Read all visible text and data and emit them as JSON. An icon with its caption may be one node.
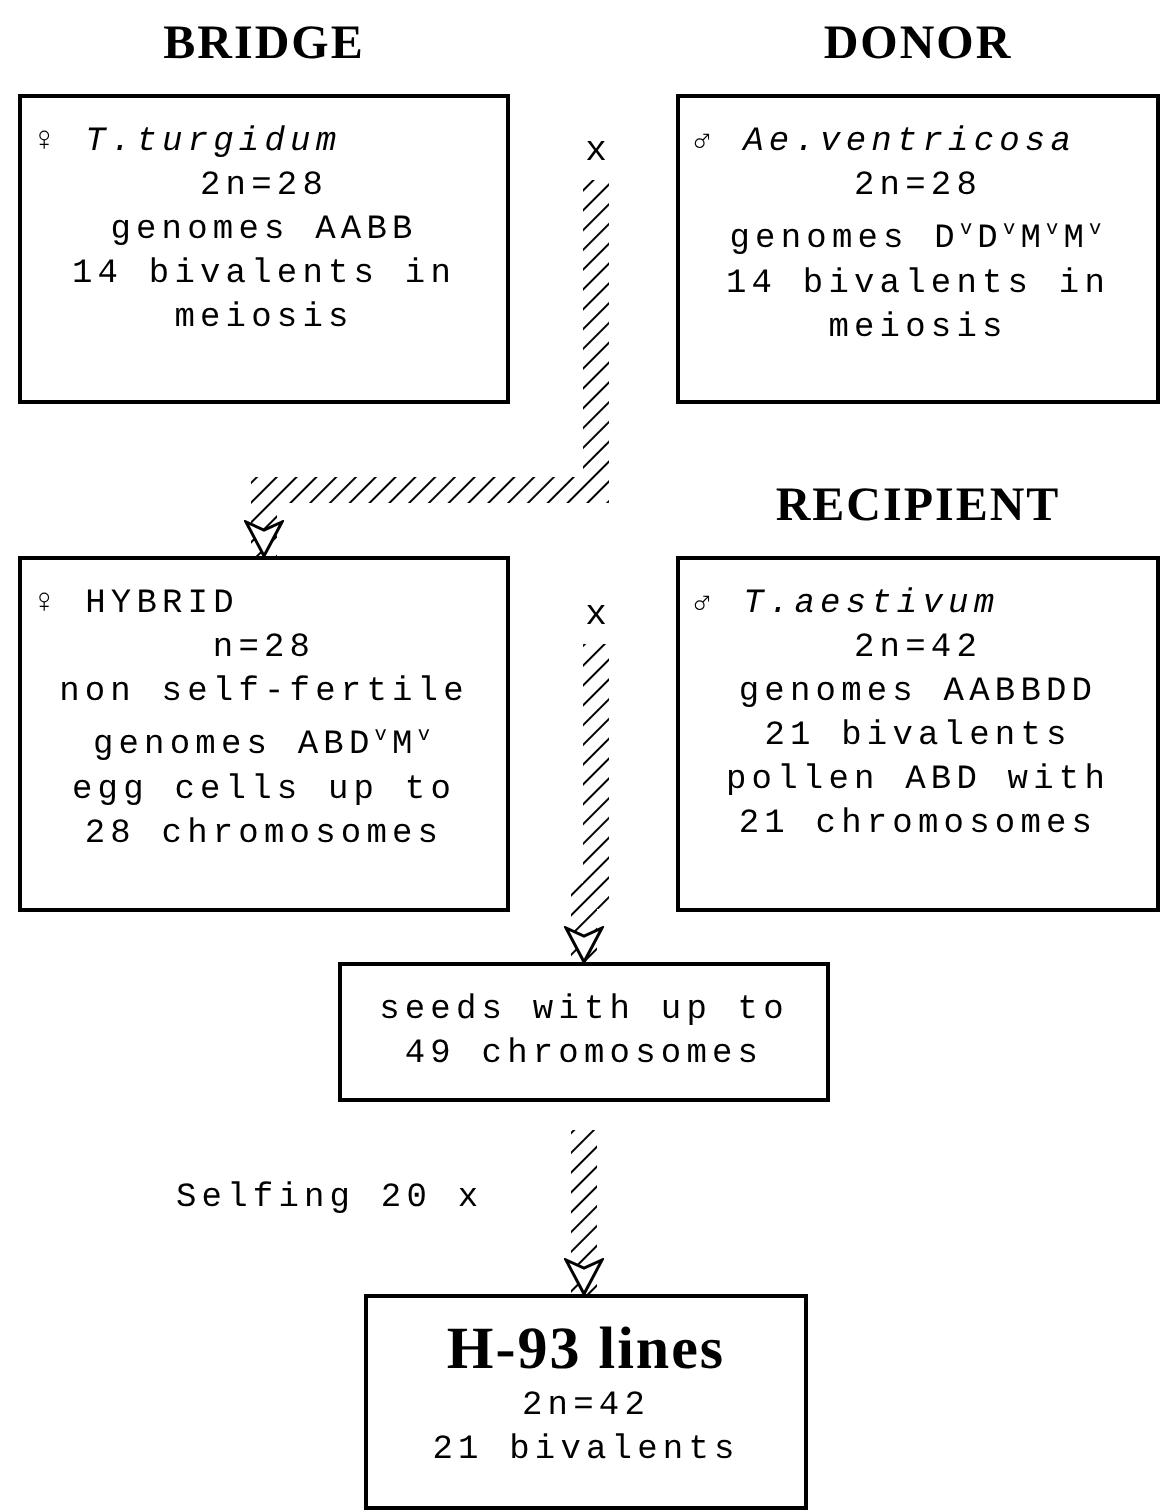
{
  "diagram": {
    "nodes": [
      {
        "text": [
          "BRIDGE",
          "♀ *T.turgidum*",
          "2n=28",
          "genomes AABB",
          "14 bivalents in meiosis"
        ]
      },
      {
        "text": [
          "DONOR",
          "♂ *Ae.ventricosa*",
          "2n=28",
          "genomes D$^{v}$D$^{v}$M$^{v}$M$^{v}$",
          "14 bivalents in meiosis"
        ]
      },
      {
        "text": [
          "x"
        ]
      },
      {
        "text": [
          "♀ HYBRID",
          "n=28",
          "non self-fertile",
          "genomes ABD$^{v}$M$^{v}$",
          "egg cells up to 28 chromosomes"
        ]
      },
      {
        "text": [
          "RECIPIENT",
          "♂ *T.aestivum*",
          "2n=42",
          "genomes AABBDD",
          "21 bivalents",
          "pollen ABD with 21 chromosomes"
        ]
      },
      {
        "text": [
          "x"
        ]
      },
      {
        "text": [
          "seeds with up to 49 chromosomes"
        ]
      },
      {
        "text": [
          "H-93 lines",
          "2n=42",
          "21 bivalents"
        ]
      }
    ],
    "edges": [
      {
        "from": 2,
        "to": 3,
        "arrow": "to"
      },
      {
        "from": 5,
        "to": 6,
        "arrow": "to"
      },
      {
        "from": 6,
        "to": 7,
        "arrow": "to",
        "label": "Selfing 20 x"
      }
    ]
  }
}
